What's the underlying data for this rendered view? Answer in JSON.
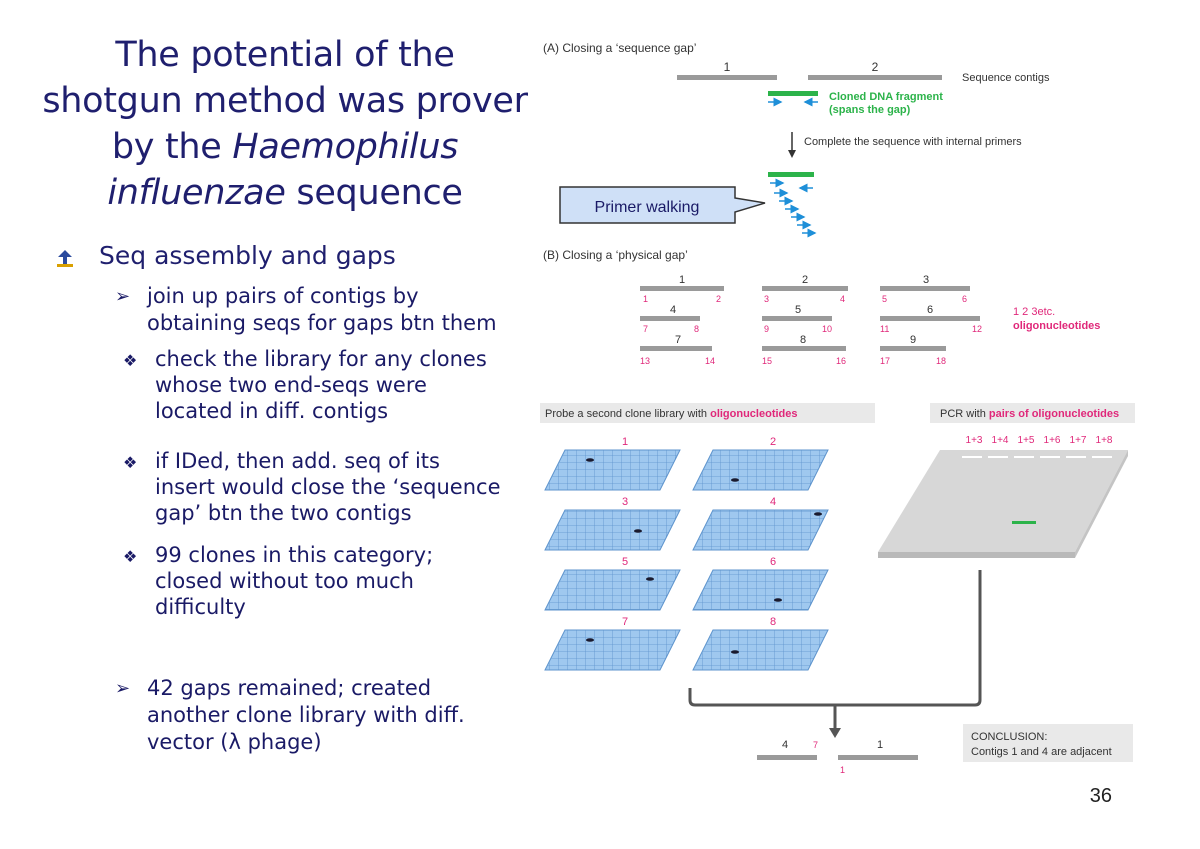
{
  "slide": {
    "title_line1": "The potential of the",
    "title_line2": "shotgun method was prover",
    "title_line3": "by the",
    "title_italic1": "Haemophilus",
    "title_italic2": "influenzae",
    "title_line4": "sequence",
    "page_number": "36"
  },
  "bullets": {
    "main_heading": "Seq assembly and gaps",
    "sub1_line1": "join up pairs of contigs by",
    "sub1_line2": "obtaining seqs for gaps btn them",
    "d1_line1": "check the library for any clones",
    "d1_line2": "whose two end-seqs were",
    "d1_line3": "located in diff. contigs",
    "d2_line1": "if IDed, then add. seq of its",
    "d2_line2": "insert would close the ‘sequence",
    "d2_line3": "gap’ btn the two contigs",
    "d3_line1": "99 clones in this category;",
    "d3_line2": "closed without too much",
    "d3_line3": "difficulty",
    "sub2_line1": "42 gaps remained; created",
    "sub2_line2": "another clone library with diff.",
    "sub2_line3": "vector (λ phage)"
  },
  "figure": {
    "panel_a_title": "(A) Closing a ‘sequence gap’",
    "contig1": "1",
    "contig2": "2",
    "sequence_contigs_label": "Sequence contigs",
    "cloned_fragment_line1": "Cloned DNA fragment",
    "cloned_fragment_line2": "(spans the gap)",
    "internal_primers_label": "Complete the sequence with internal primers",
    "callout": "Primer walking",
    "panel_b_title": "(B) Closing a ‘physical gap’",
    "oligo_legend_line1": "1  2  3etc.",
    "oligo_legend_line2": "oligonucleotides",
    "probe_heading_prefix": "Probe a second clone library with ",
    "probe_heading_accent": "oligonucleotides",
    "pcr_heading_prefix": "PCR with ",
    "pcr_heading_accent": "pairs of oligonucleotides",
    "pcr_lanes": [
      "1+3",
      "1+4",
      "1+5",
      "1+6",
      "1+7",
      "1+8"
    ],
    "grid_labels": [
      "1",
      "2",
      "3",
      "4",
      "5",
      "6",
      "7",
      "8"
    ],
    "conclusion_line1": "CONCLUSION:",
    "conclusion_line2": "Contigs 1 and 4 are adjacent",
    "result_contig_left": "4",
    "result_oligo_left": "7",
    "result_contig_right": "1",
    "result_oligo_right": "1"
  },
  "colors": {
    "title": "#1f1f6e",
    "accent_pink": "#e0287a",
    "green": "#2cb34a",
    "blue_arrow": "#1e8fd8",
    "contig_gray": "#9a9a9a",
    "callout_fill": "#cfe0f7"
  }
}
